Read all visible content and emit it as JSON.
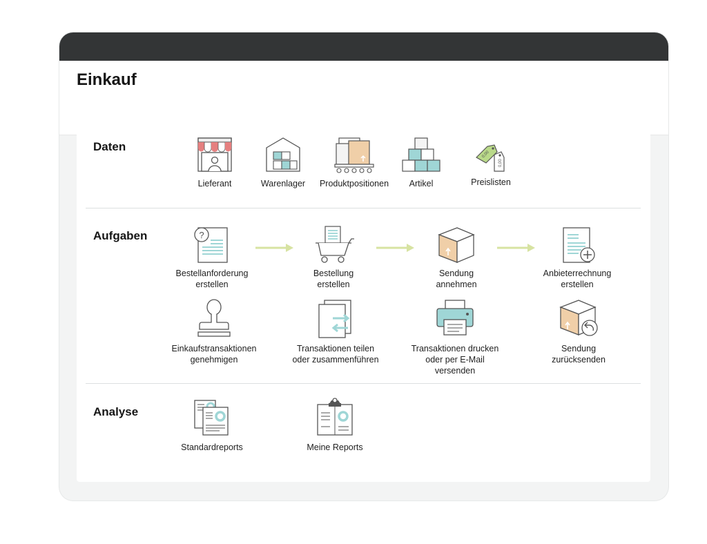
{
  "page": {
    "title": "Einkauf"
  },
  "sections": {
    "daten": {
      "label": "Daten",
      "items": [
        {
          "label": "Lieferant",
          "icon": "storefront-icon"
        },
        {
          "label": "Warenlager",
          "icon": "warehouse-icon"
        },
        {
          "label": "Produktpositionen",
          "icon": "conveyor-boxes-icon"
        },
        {
          "label": "Artikel",
          "icon": "stacked-boxes-icon"
        },
        {
          "label": "Preislisten",
          "icon": "price-tags-icon"
        }
      ]
    },
    "aufgaben": {
      "label": "Aufgaben",
      "flow": [
        {
          "label": "Bestellanforderung\nerstellen",
          "icon": "request-document-icon"
        },
        {
          "label": "Bestellung\nerstellen",
          "icon": "shopping-cart-icon"
        },
        {
          "label": "Sendung\nannehmen",
          "icon": "package-icon"
        },
        {
          "label": "Anbieterrechnung\nerstellen",
          "icon": "invoice-add-icon"
        }
      ],
      "tasks": [
        {
          "label": "Einkaufstransaktionen\ngenehmigen",
          "icon": "approval-stamp-icon"
        },
        {
          "label": "Transaktionen teilen\noder zusammenführen",
          "icon": "split-merge-icon"
        },
        {
          "label": "Transaktionen drucken\noder per E-Mail versenden",
          "icon": "printer-icon"
        },
        {
          "label": "Sendung\nzurücksenden",
          "icon": "return-package-icon"
        }
      ]
    },
    "analyse": {
      "label": "Analyse",
      "items": [
        {
          "label": "Standardreports",
          "icon": "reports-icon"
        },
        {
          "label": "Meine Reports",
          "icon": "my-reports-clipboard-icon"
        }
      ]
    }
  },
  "colors": {
    "titlebar": "#333536",
    "accent_green": "#d7e3a2",
    "teal": "#9fd6d6",
    "tan": "#f0cfa8",
    "red": "#e57f7f"
  }
}
